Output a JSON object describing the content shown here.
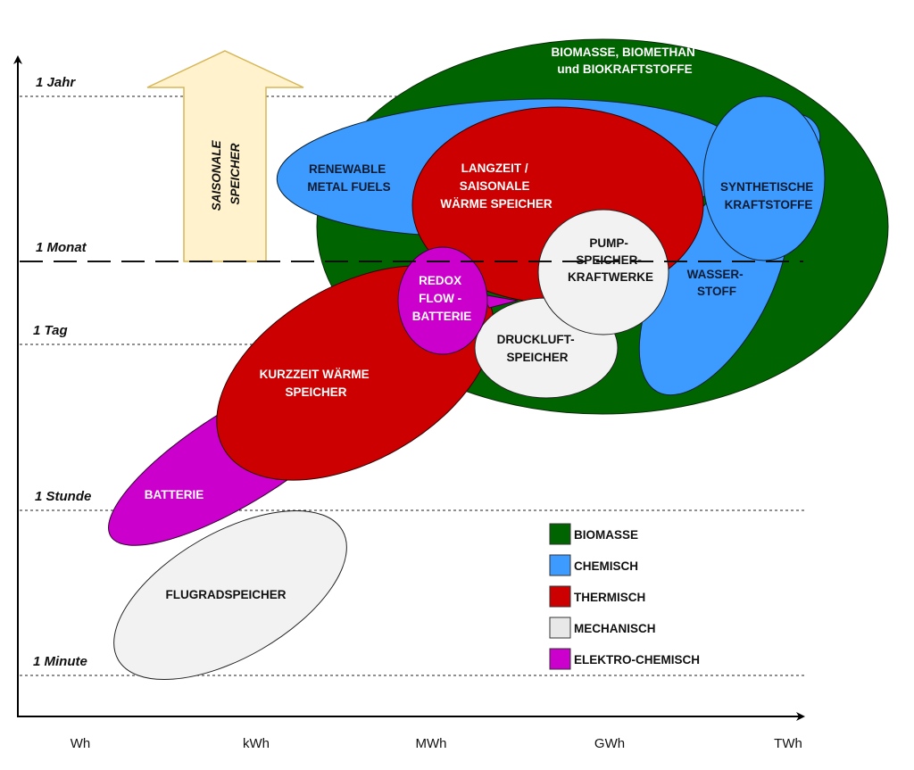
{
  "colors": {
    "biomasse": "#006400",
    "chemisch": "#3d9bff",
    "thermisch": "#cc0000",
    "mechanisch": "#f2f2f2",
    "elektrochemisch": "#cc00cc",
    "arrow_fill": "#fff2cc",
    "arrow_stroke": "#d6b656"
  },
  "y_axis": {
    "ticks": [
      "1 Jahr",
      "1 Monat",
      "1 Tag",
      "1 Stunde",
      "1 Minute"
    ]
  },
  "x_axis": {
    "ticks": [
      "Wh",
      "kWh",
      "MWh",
      "GWh",
      "TWh"
    ]
  },
  "arrow": {
    "lines": [
      "SAISONALE",
      "SPEICHER"
    ]
  },
  "regions": {
    "biomasse": [
      "BIOMASSE, BIOMETHAN",
      "und BIOKRAFTSTOFFE"
    ],
    "renewable_metal_fuels": [
      "RENEWABLE",
      "METAL FUELS"
    ],
    "langzeit": [
      "LANGZEIT /",
      "SAISONALE",
      "WÄRME SPEICHER"
    ],
    "synthetische": [
      "SYNTHETISCHE",
      "KRAFTSTOFFE"
    ],
    "pumpspeicher": [
      "PUMP-",
      "SPEICHER-",
      "KRAFTWERKE"
    ],
    "wasserstoff": [
      "WASSER-",
      "STOFF"
    ],
    "redox": [
      "REDOX",
      "FLOW -",
      "BATTERIE"
    ],
    "druckluft": [
      "DRUCKLUFT-",
      "SPEICHER"
    ],
    "kurzzeit": [
      "KURZZEIT WÄRME",
      "SPEICHER"
    ],
    "batterie": [
      "BATTERIE"
    ],
    "flugrad": [
      "FLUGRADSPEICHER"
    ]
  },
  "legend": [
    {
      "label": "BIOMASSE",
      "color": "#006400"
    },
    {
      "label": "CHEMISCH",
      "color": "#3d9bff"
    },
    {
      "label": "THERMISCH",
      "color": "#cc0000"
    },
    {
      "label": "MECHANISCH",
      "color": "#e8e8e8"
    },
    {
      "label": "ELEKTRO-CHEMISCH",
      "color": "#cc00cc"
    }
  ]
}
